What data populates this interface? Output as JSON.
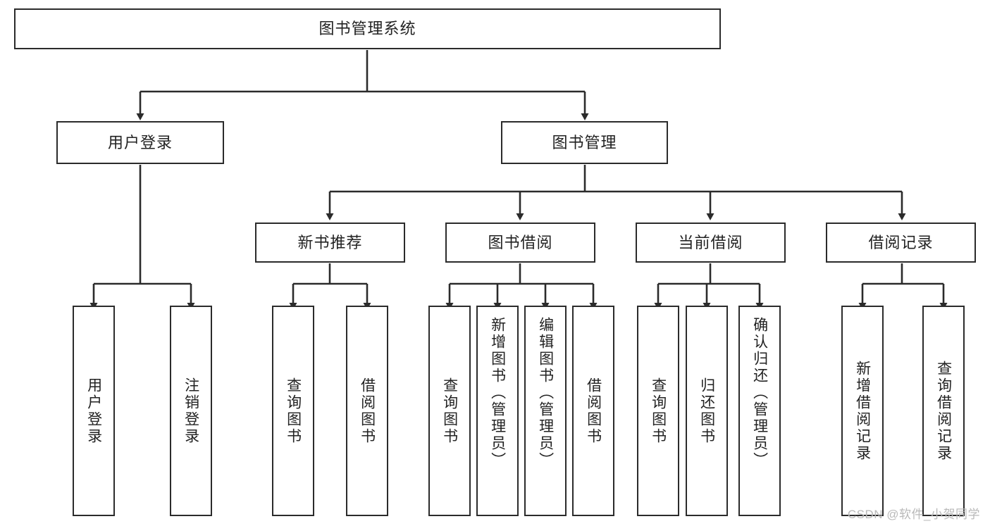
{
  "diagram": {
    "type": "tree-hierarchy-diagram",
    "title": "图书管理系统",
    "watermark": "CSDN @软件_小贺同学",
    "colors": {
      "box_border": "#2b2b2b",
      "box_fill": "#ffffff",
      "connector": "#2b2b2b",
      "text": "#222222",
      "watermark": "#b9b9b9",
      "background": "#ffffff"
    },
    "levels": {
      "level1": {
        "label": "图书管理系统"
      },
      "level2": [
        {
          "label": "用户登录"
        },
        {
          "label": "图书管理"
        }
      ],
      "level3": [
        {
          "label": "新书推荐"
        },
        {
          "label": "图书借阅"
        },
        {
          "label": "当前借阅"
        },
        {
          "label": "借阅记录"
        }
      ],
      "level4": {
        "user_login_children": [
          {
            "label": "用户登录"
          },
          {
            "label": "注销登录"
          }
        ],
        "new_book_children": [
          {
            "label": "查询图书"
          },
          {
            "label": "借阅图书"
          }
        ],
        "book_borrow_children": [
          {
            "label": "查询图书"
          },
          {
            "label": "新增图书（管理员）"
          },
          {
            "label": "编辑图书（管理员）"
          },
          {
            "label": "借阅图书"
          }
        ],
        "current_borrow_children": [
          {
            "label": "查询图书"
          },
          {
            "label": "归还图书"
          },
          {
            "label": "确认归还（管理员）"
          }
        ],
        "borrow_record_children": [
          {
            "label": "新增借阅记录"
          },
          {
            "label": "查询借阅记录"
          }
        ]
      }
    }
  }
}
